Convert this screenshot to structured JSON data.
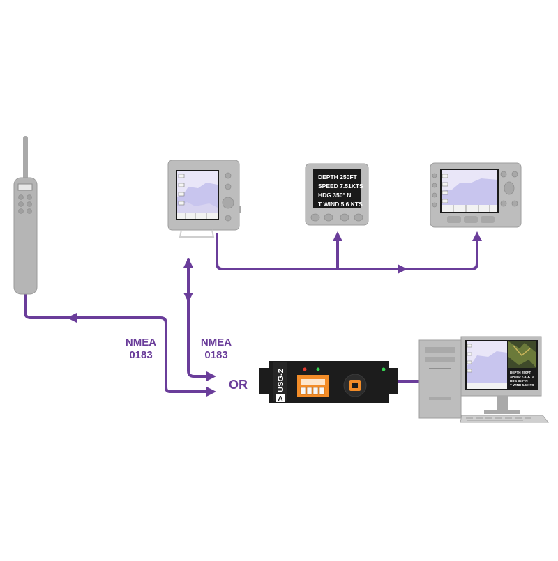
{
  "colors": {
    "link": "#6a3d9a",
    "device_body": "#bdbdbd",
    "device_edge": "#9a9a9a",
    "interface_body": "#1c1c1c",
    "connector": "#f28c28"
  },
  "labels": {
    "nmea_left": [
      "NMEA",
      "0183"
    ],
    "nmea_right": [
      "NMEA",
      "0183"
    ],
    "or": "OR",
    "interface_model": "USG-2",
    "interface_variant": "A"
  },
  "instrument_display": {
    "lines": [
      "DEPTH 250FT",
      "SPEED 7.51KTS",
      "HDG  350°  N",
      "T WIND 5.6 KTS"
    ]
  },
  "pc_monitor_display": {
    "lines": [
      "DEPTH 250FT",
      "SPEED 7.51KTS",
      "HDG  350° N",
      "T WIND 5.6 KTS"
    ]
  },
  "icons": {
    "vhf_radio": "handheld-vhf-radio-icon",
    "plotter_left": "chartplotter-icon",
    "instrument": "instrument-display-icon",
    "plotter_right": "multifunction-display-icon",
    "interface": "usb-gateway-icon",
    "computer": "desktop-pc-icon"
  }
}
